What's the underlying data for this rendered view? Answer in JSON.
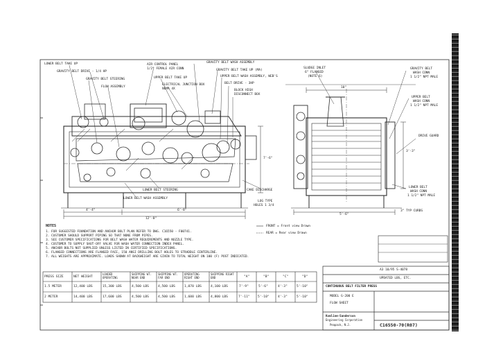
{
  "callouts_left": [
    "LOWER BELT TAKE UP",
    "GRAVITY BELT DRIVE - 1/4 HP",
    "GRAVITY BELT STEERING",
    "FLOW ASSEMBLY",
    "AIR CONTROL PANEL",
    "1/2\" FEMALE AIR CONN",
    "UPPER BELT TAKE UP",
    "ELECTRICAL JUNCTION BOX",
    "NEMA 4X"
  ],
  "callouts_mid": [
    "GRAVITY BELT WASH ASSEMBLY",
    "GRAVITY BELT TAKE UP (MA)",
    "UPPER BELT WASH ASSEMBLY, WEB'S",
    "BELT DRIVE - 3HP",
    "BLOCK HIGH",
    "DISCONNECT BOX"
  ],
  "callouts_bottom": [
    "LOWER BELT STEERING",
    "LOWER BELT WASH ASSEMBLY",
    "CAKE DISCHARGE",
    "LOG TYPE",
    "HOLES 1 3/4"
  ],
  "callouts_right": [
    "SLUDGE INLET",
    "6\" FLANGED",
    "(NOTE 6)",
    "GRAVITY BELT",
    "WASH CONN",
    "1 1/2\" NPT MALE",
    "UPPER BELT",
    "WASH CONN",
    "1 1/2\" NPT MALE",
    "DRIVE GUARD",
    "LOWER BELT",
    "WASH CONN",
    "1 1/2\" NPT MALE",
    "3\" TYP CURBS"
  ],
  "dimensions": {
    "left_total": "12'-0\"",
    "left_sub_a": "4'-4\"",
    "left_sub_b": "6'-8\"",
    "left_height": "7'-6\"",
    "right_width": "5'-6\"",
    "right_top": "10\"",
    "right_side": "3'-3\""
  },
  "legend": [
    "FRONT = Front view Drawn",
    "REAR = Rear view Drawn"
  ],
  "notes_title": "NOTES",
  "notes": [
    "1. FOR SUGGESTED FOUNDATION AND ANCHOR BOLT PLAN REFER TO DWG. C16550 - F00741.",
    "2. CUSTOMER SHOULD SUPPORT PIPING SO THAT NONE FROM PIPES.",
    "3. SEE CUSTOMER SPECIFICATIONS FOR BELT WASH WATER REQUIREMENTS AND NOZZLE TYPE.",
    "4. CUSTOMER TO SUPPLY SHUT-OFF VALVE FOR WASH WATER CONNECTION INDEX PANEL.",
    "5. ANCHOR BOLTS NOT SUPPLIED UNLESS LISTED IN CERTIFIED SPECIFICATIONS.",
    "6. FLANGED CONNECTIONS ARE FLANGED FACE, 150 ANSI DRILLING BOLT HOLES TO STRADDLE CENTERLINE.",
    "7. ALL WEIGHTS ARE APPROXIMATE. LOADS SHOWN AT BACKWEIGHT ARE GIVEN TO TOTAL WEIGHT ON 100 (F) POST INDICATED."
  ],
  "table": {
    "headers": [
      "PRESS SIZE",
      "NET WEIGHT",
      "LOADED OPERATING",
      "SHIPPING WT. NEAR END",
      "SHIPPING WT. FAR END",
      "OPERATING RIGHT END",
      "SHIPPING RIGHT END",
      "\"A\"",
      "\"B\"",
      "\"C\"",
      "\"D\""
    ],
    "rows": [
      [
        "1.5 METER",
        "12,400 LBS",
        "15,300 LBS",
        "4,500 LBS",
        "4,500 LBS",
        "1,070 LBS",
        "4,100 LBS",
        "7'-9\"",
        "5'-6\"",
        "4'-3\"",
        "5'-10\""
      ],
      [
        "2 METER",
        "14,400 LBS",
        "17,600 LBS",
        "4,500 LBS",
        "4,500 LBS",
        "1,600 LBS",
        "4,800 LBS",
        "7'-11\"",
        "5'-10\"",
        "4'-3\"",
        "5'-10\""
      ]
    ]
  },
  "title_block": {
    "revision": "A3 10/95 S-4078",
    "revision_note": "UPDATED LBS, ETC.",
    "title_line1": "CONTINUOUS BELT FILTER PRESS",
    "title_line2": "MODEL G-200 E",
    "title_line3": "FLOW SHEET",
    "company_line1": "Komline-Sanderson",
    "company_line2": "Engineering Corporation",
    "company_line3": "Peapack, N.J.",
    "drawing_number": "C16550-70(R07)"
  }
}
